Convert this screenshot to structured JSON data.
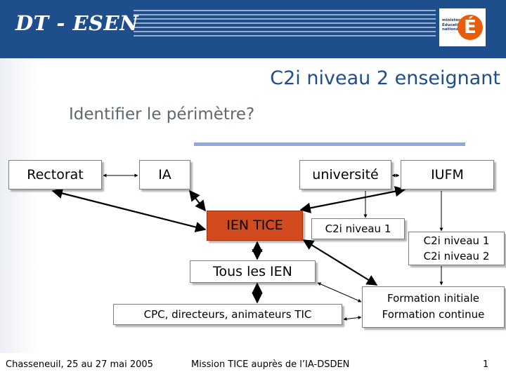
{
  "header": {
    "brand": "DT - ESEN",
    "logo": {
      "lines": [
        "ministère",
        "Éducation",
        "nationale"
      ],
      "letter": "É"
    }
  },
  "slide": {
    "title": "C2i niveau 2 enseignant",
    "subtitle": "Identifier le périmètre?"
  },
  "diagram": {
    "rectorat": "Rectorat",
    "ia": "IA",
    "universite": "université",
    "iufm": "IUFM",
    "ien_tice": "IEN TICE",
    "c2i_n1": "C2i niveau 1",
    "iufm_c2i_line1": "C2i niveau 1",
    "iufm_c2i_line2": "C2i niveau 2",
    "tous_ien": "Tous les IEN",
    "cpc": "CPC, directeurs, animateurs TIC",
    "formation_line1": "Formation initiale",
    "formation_line2": "Formation continue"
  },
  "footer": {
    "place_date": "Chasseneuil, 25 au 27 mai 2005",
    "mission": "Mission TICE auprès de l’IA-DSDEN",
    "page": "1"
  },
  "colors": {
    "header": "#1f4e8c",
    "ien_box": "#d34a1e",
    "accent_bar": "#8faad8",
    "title": "#1f4e8c"
  }
}
